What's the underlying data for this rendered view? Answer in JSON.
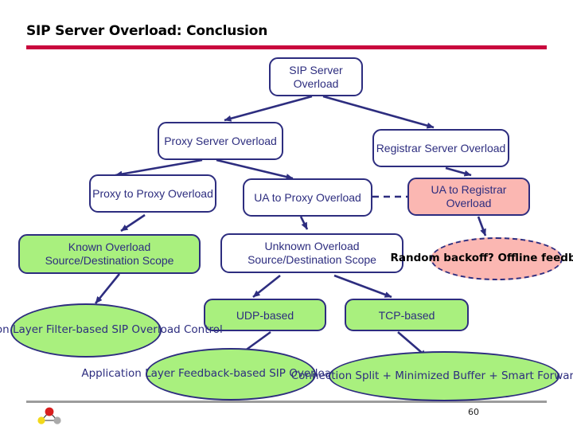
{
  "slide": {
    "title": "SIP Server Overload: Conclusion",
    "page_number": "60",
    "accent_rule_color": "#C9063D",
    "footer_rule_color": "#9C9C9C",
    "node_border_color": "#2D2D7F",
    "green_fill": "#A9F07E",
    "pink_fill": "#FBB7B2",
    "logo_name": "molecule-logo"
  },
  "diagram": {
    "root": {
      "line1": "SIP Server",
      "line2": "Overload"
    },
    "level2": [
      {
        "line1": "Proxy Server",
        "line2": "Overload"
      },
      {
        "line1": "Registrar Server",
        "line2": "Overload"
      }
    ],
    "level3": [
      {
        "line1": "Proxy to Proxy",
        "line2": "Overload"
      },
      {
        "line1": "UA to Proxy",
        "line2": "Overload"
      },
      {
        "line1": "UA to Registrar",
        "line2": "Overload"
      }
    ],
    "level4": [
      {
        "line1": "Known Overload",
        "line2": "Source/Destination Scope"
      },
      {
        "line1": "Unknown Overload",
        "line2": "Source/Destination Scope"
      }
    ],
    "question_note": {
      "line1": "Random backoff?",
      "line2": "Offline feedback?"
    },
    "transports": [
      {
        "label": "UDP-based"
      },
      {
        "label": "TCP-based"
      }
    ],
    "solutions": [
      {
        "line1": "Application Layer",
        "line2": "Filter-based SIP",
        "line3": "Overload Control"
      },
      {
        "line1": "Application Layer",
        "line2": "Feedback-based SIP",
        "line3": "Overload Control"
      },
      {
        "line1": "Connection Split + Minimized Buffer",
        "line2": "+ Smart Forwarding"
      }
    ]
  }
}
